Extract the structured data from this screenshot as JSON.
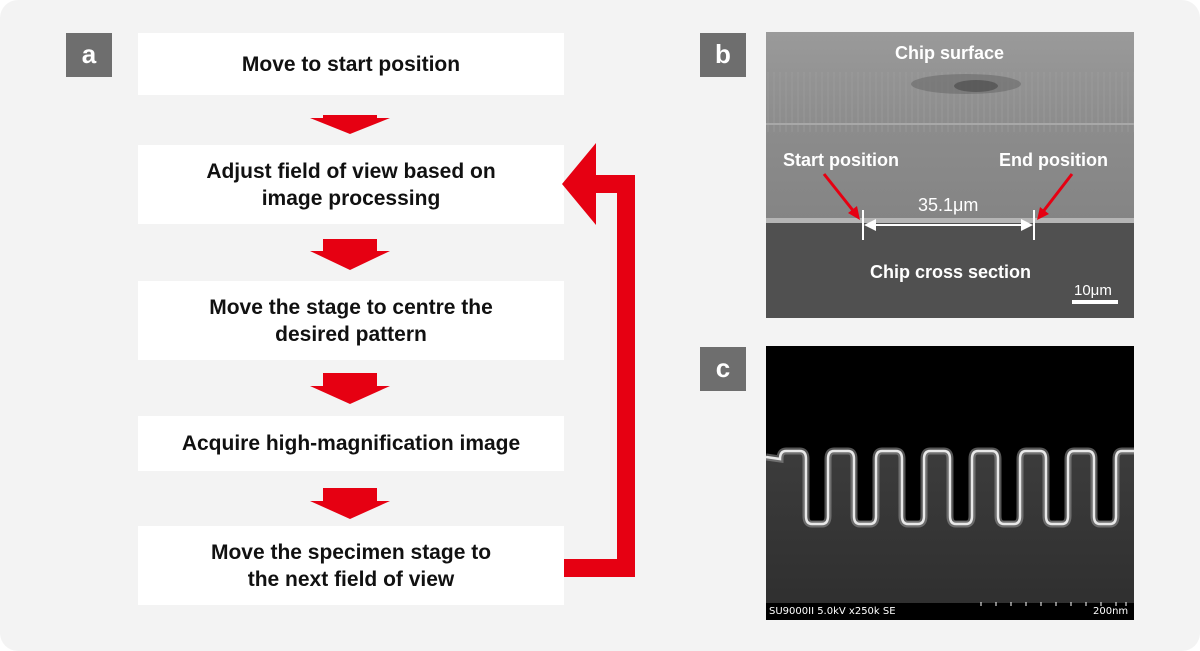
{
  "panel_a": {
    "badge": "a",
    "steps": [
      "Move to start position",
      "Adjust field of view based on image processing",
      "Move the stage to centre the desired pattern",
      "Acquire high-magnification image",
      "Move the specimen stage to the next field of view"
    ]
  },
  "panel_b": {
    "badge": "b",
    "chip_surface": "Chip surface",
    "start_position": "Start position",
    "end_position": "End position",
    "distance": "35.1μm",
    "chip_cross_section": "Chip cross section",
    "scale_bar": "10μm"
  },
  "panel_c": {
    "badge": "c",
    "info_bar": "SU9000II 5.0kV x250k SE",
    "scale_bar": "200nm"
  },
  "colors": {
    "accent_red": "#e60012",
    "badge_gray": "#6e6e6e",
    "panel_bg": "#f3f3f3"
  }
}
